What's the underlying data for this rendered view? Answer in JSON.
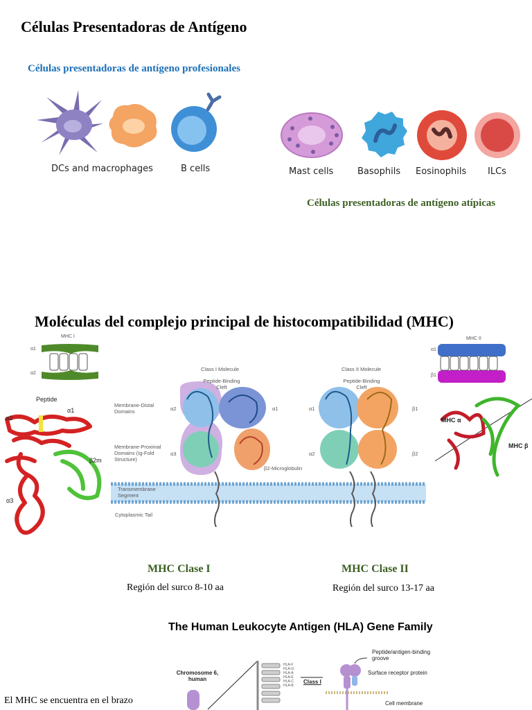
{
  "heading1": "Células Presentadoras de Antígeno",
  "professional_label": "Células presentadoras de antígeno profesionales",
  "atypical_label": "Células presentadoras de antígeno atípicas",
  "cells": {
    "dc_macrophages": "DCs and macrophages",
    "b_cells": "B cells",
    "mast_cells": "Mast cells",
    "basophils": "Basophils",
    "eosinophils": "Eosinophils",
    "ilcs": "ILCs"
  },
  "heading2": "Moléculas del complejo principal de histocompatibilidad (MHC)",
  "mhc1_small": {
    "title": "MHC I",
    "a1": "α1",
    "a2": "α2"
  },
  "mhc2_small": {
    "title": "MHC II",
    "a1": "α1",
    "b1": "β1"
  },
  "ribbon_left": {
    "peptide": "Peptide",
    "a1": "α1",
    "a2": "α2",
    "b2m": "β2m",
    "a3": "α3"
  },
  "ribbon_right": {
    "alpha": "MHC α",
    "beta": "MHC β"
  },
  "diagram": {
    "class1_title": "Class I Molecule",
    "class2_title": "Class II Molecule",
    "cleft1": "Peptide-Binding Cleft",
    "cleft2": "Peptide-Binding Cleft",
    "distal": "Membrane-Distal Domains",
    "proximal": "Membrane-Proximal Domains (Ig-Fold Structure)",
    "transmembrane": "Transmembrane Segment",
    "cytoplasmic": "Cytoplasmic Tail",
    "b2micro": "β2-Microglobulin",
    "c1_a1": "α1",
    "c1_a2": "α2",
    "c1_a3": "α3",
    "c2_a1": "α1",
    "c2_a2": "α2",
    "c2_b1": "β1",
    "c2_b2": "β2"
  },
  "mhc_class1": "MHC Clase I",
  "mhc_class2": "MHC Clase II",
  "region1": "Región del surco 8-10 aa",
  "region2": "Región del surco 13-17 aa",
  "hla": {
    "title": "The Human Leukocyte Antigen (HLA) Gene Family",
    "chromosome": "Chromosome 6, human",
    "genes": [
      "HLA-F",
      "HLA-G",
      "HLA-A",
      "HLA-E",
      "HLA-C",
      "HLA-B"
    ],
    "class_label": "Class I",
    "groove": "Peptide/antigen-binding groove",
    "receptor": "Surface receptor protein",
    "membrane": "Cell membrane"
  },
  "paragraph": "El MHC se encuentra en el brazo"
}
